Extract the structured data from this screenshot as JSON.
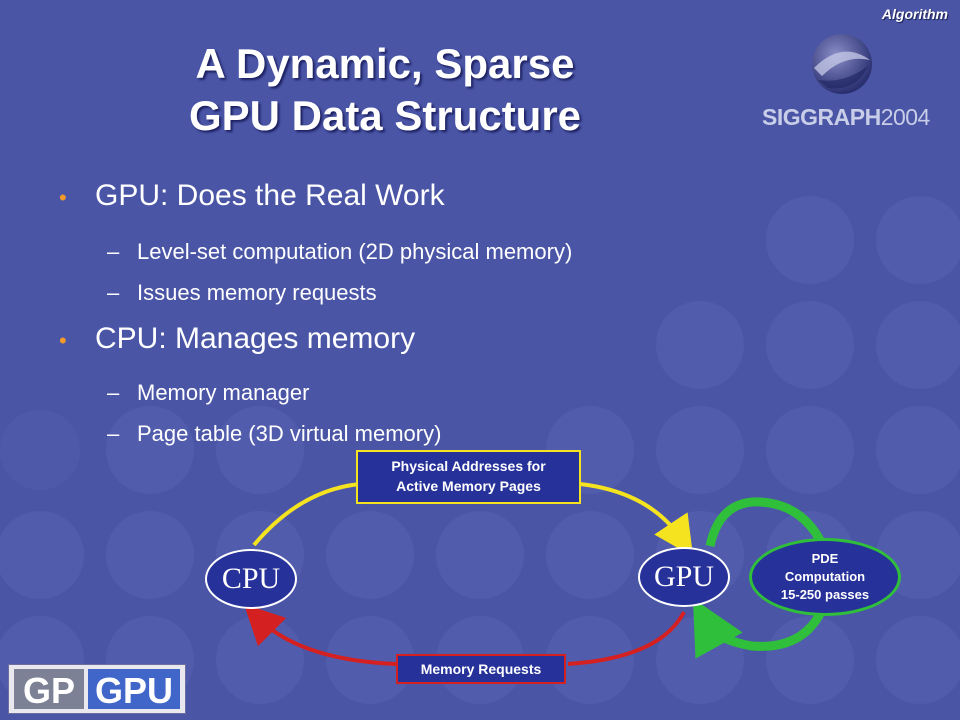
{
  "header": {
    "section_label": "Algorithm",
    "title_line1": "A Dynamic, Sparse",
    "title_line2": "GPU Data Structure"
  },
  "logo": {
    "siggraph_bold": "SIGGRAPH",
    "siggraph_year": "2004",
    "gpgpu_part1": "GP",
    "gpgpu_part2": "GPU"
  },
  "bullets": [
    {
      "text": "GPU: Does the Real Work",
      "subs": [
        "Level-set computation (2D physical memory)",
        "Issues memory requests"
      ]
    },
    {
      "text": "CPU: Manages memory",
      "subs": [
        "Memory manager",
        "Page table (3D virtual memory)"
      ]
    }
  ],
  "diagram": {
    "cpu_label": "CPU",
    "gpu_label": "GPU",
    "top_box_line1": "Physical Addresses for",
    "top_box_line2": "Active Memory Pages",
    "bottom_box": "Memory Requests",
    "pde_line1": "PDE",
    "pde_line2": "Computation",
    "pde_line3": "15-250 passes"
  },
  "colors": {
    "background": "#4a55a6",
    "bullet_dot": "#f39a2a",
    "arrow_top": "#f5e320",
    "arrow_bottom": "#d42020",
    "arrow_loop": "#2fbf3a"
  }
}
